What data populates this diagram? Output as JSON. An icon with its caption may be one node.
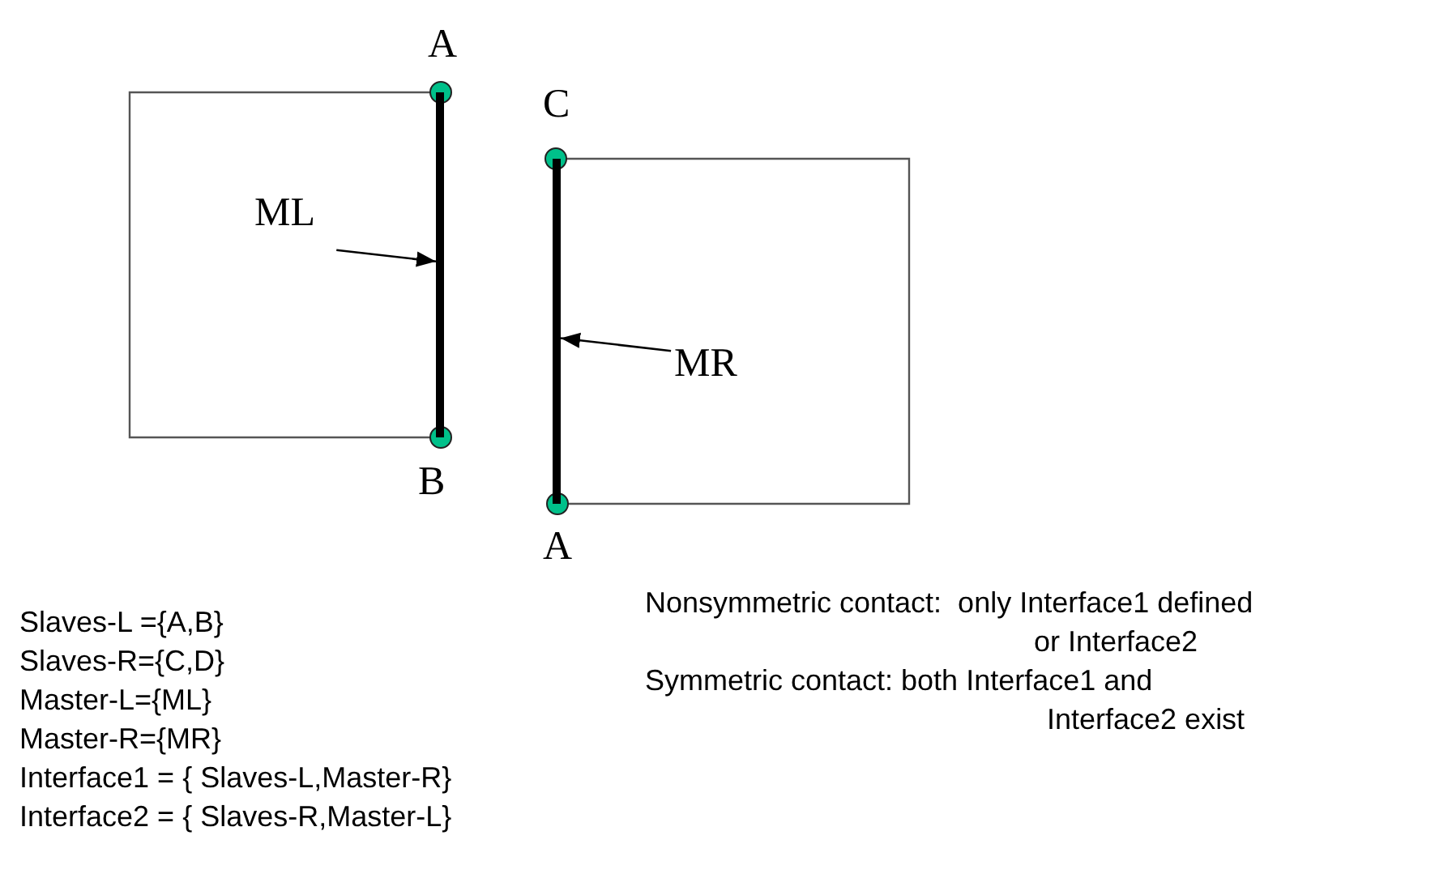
{
  "diagram": {
    "nodes": [
      {
        "text": [
          "ML"
        ]
      },
      {
        "text": [],
        "shape": "bar"
      },
      {
        "text": [
          "MR"
        ]
      },
      {
        "text": [],
        "shape": "bar"
      }
    ],
    "edges": [
      {
        "from": 0,
        "to": 1,
        "arrow": "to"
      },
      {
        "from": 2,
        "to": 3,
        "arrow": "to"
      }
    ],
    "labels": [
      "A",
      "C",
      "B",
      "A",
      "Slaves-L ={A,B}",
      "Slaves-R={C,D}",
      "Master-L={ML}",
      "Master-R={MR}",
      "Interface1 = { Slaves-L,Master-R}",
      "Interface2 = { Slaves-R,Master-L}",
      "Nonsymmetric contact:  only Interface1 defined or Interface2",
      "Symmetric contact: both Interface1 and Interface2 exist"
    ]
  }
}
